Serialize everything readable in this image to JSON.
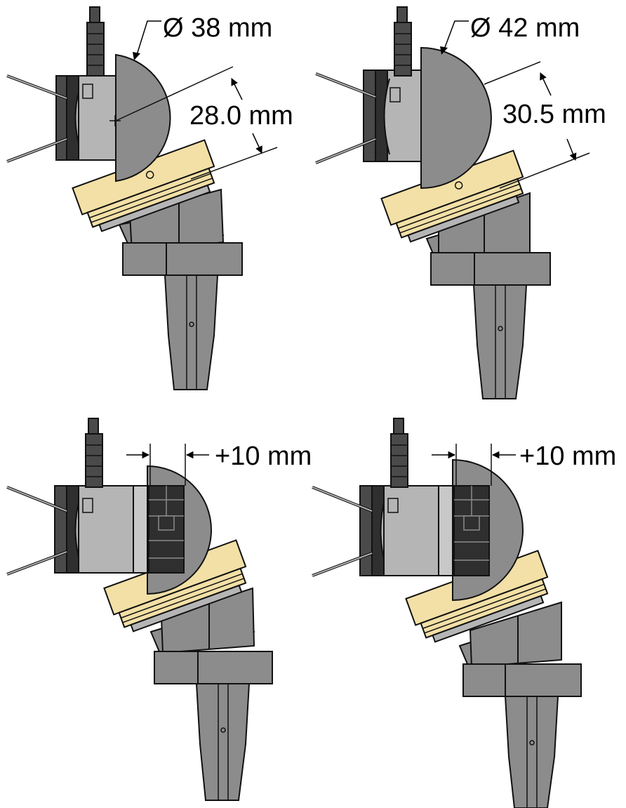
{
  "colors": {
    "dark": "#4a4a4a",
    "darker": "#2f2f2f",
    "mid": "#8c8c8c",
    "light": "#b5b5b5",
    "lighter": "#c8c8c8",
    "cream": "#f3e0a6",
    "outline": "#111111",
    "background": "#ffffff"
  },
  "panels": [
    {
      "variant": "sphere-38",
      "diameter_label": "Ø 38 mm",
      "offset_label": "28.0 mm"
    },
    {
      "variant": "sphere-42",
      "diameter_label": "Ø 42 mm",
      "offset_label": "30.5 mm"
    },
    {
      "variant": "sphere-38-extended",
      "extension_label": "+10 mm"
    },
    {
      "variant": "sphere-42-extended",
      "extension_label": "+10 mm"
    }
  ]
}
